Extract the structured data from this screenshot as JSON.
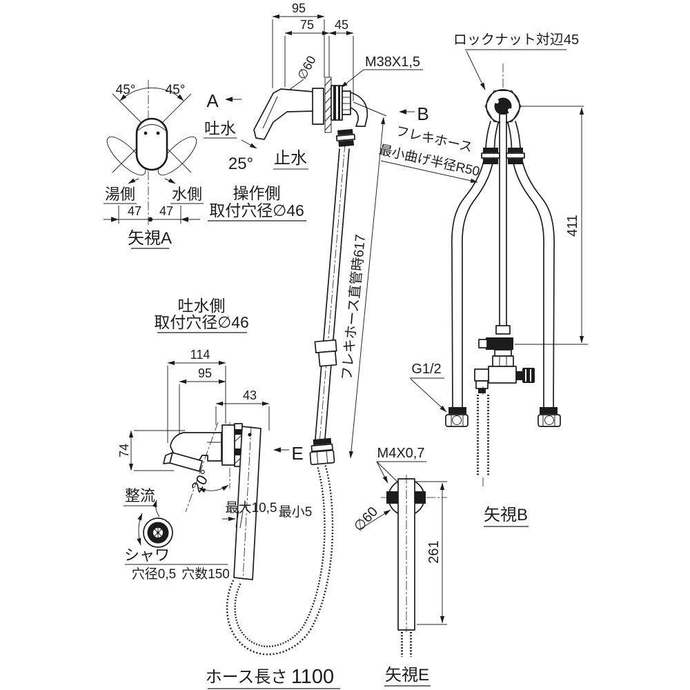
{
  "view_a": {
    "title": "矢視A",
    "angle_left": "45°",
    "angle_right": "45°",
    "hot": "湯側",
    "cold": "水側",
    "dim_left": "47",
    "dim_right": "47"
  },
  "operation": {
    "marker": "A",
    "discharge": "吐水",
    "stop": "止水",
    "angle": "25°",
    "dim_total": "95",
    "dim_left": "75",
    "dim_right": "45",
    "dia": "∅60",
    "thread": "M38X1,5",
    "mount1": "操作側",
    "mount2": "取付穴径∅46"
  },
  "hose_main": {
    "note": "フレキホース直管時617",
    "marker_e": "E"
  },
  "view_b": {
    "title": "矢視B",
    "marker": "B",
    "locknut": "ロックナット対辺45",
    "flex1": "フレキホース",
    "flex2": "最小曲げ半径R50",
    "height": "411",
    "thread": "G1/2"
  },
  "spout": {
    "mount1": "吐水側",
    "mount2": "取付穴径∅46",
    "dim_114": "114",
    "dim_95": "95",
    "dim_43": "43",
    "dim_74": "74",
    "angle": "20°",
    "rectify": "整流",
    "max": "最大10,5",
    "min": "最小5",
    "shower": "シャワ",
    "hole_dia": "穴径0,5",
    "hole_count": "穴数150",
    "hose_label": "ホース長さ",
    "hose_value": "1100"
  },
  "view_e": {
    "title": "矢視E",
    "thread": "M4X0,7",
    "dia": "∅60",
    "height": "261"
  }
}
